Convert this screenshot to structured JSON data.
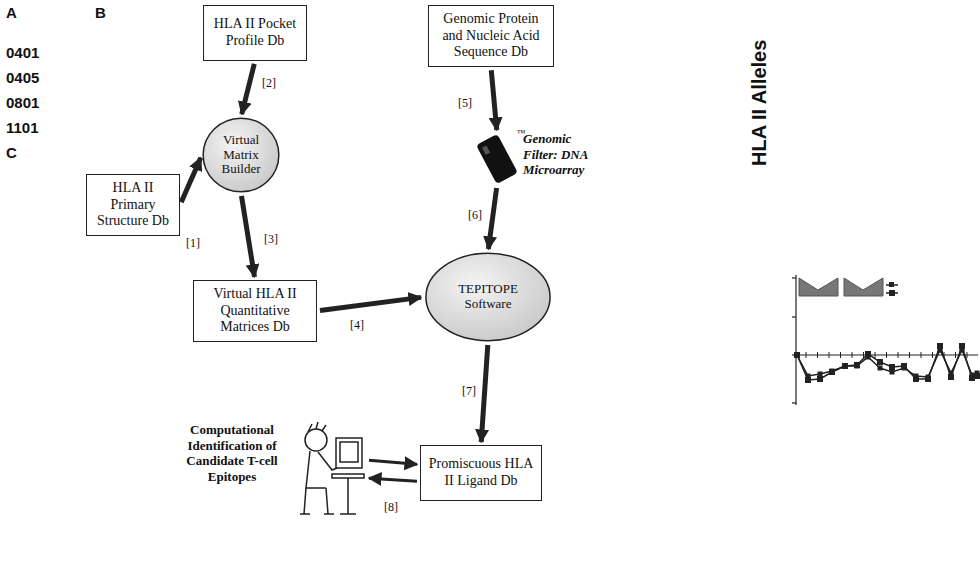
{
  "diagram": {
    "nodes": [
      {
        "text": [
          "HLA II Pocket Profile Db"
        ]
      },
      {
        "text": [
          "Genomic Protein and Nucleic Acid Sequence Db"
        ]
      },
      {
        "text": [
          "HLA II Primary Structure Db"
        ]
      },
      {
        "text": [
          "Virtual Matrix Builder"
        ]
      },
      {
        "text": [
          "Genomic Filter: DNA Microarray"
        ]
      },
      {
        "text": [
          "Virtual HLA II Quantitative Matrices Db"
        ]
      },
      {
        "text": [
          "TEPITOPE Software"
        ]
      },
      {
        "text": [
          "Computational Identification of Candidate T-cell Epitopes"
        ]
      },
      {
        "text": [
          "Promiscuous HLA II Ligand Db"
        ]
      }
    ],
    "edges": [
      {
        "from": 2,
        "to": 3,
        "arrow": "to"
      },
      {
        "from": 0,
        "to": 3,
        "arrow": "to"
      },
      {
        "from": 3,
        "to": 5,
        "arrow": "to"
      },
      {
        "from": 5,
        "to": 6,
        "arrow": "to"
      },
      {
        "from": 1,
        "to": 4,
        "arrow": "to"
      },
      {
        "from": 4,
        "to": 6,
        "arrow": "to"
      },
      {
        "from": 6,
        "to": 8,
        "arrow": "to"
      },
      {
        "from": 7,
        "to": 8,
        "arrow": "to"
      },
      {
        "from": 8,
        "to": 7,
        "arrow": "to"
      }
    ],
    "labels": [
      "A",
      "B",
      "0401",
      "0405",
      "0801",
      "1101",
      "C",
      "[1]",
      "[2]",
      "[3]",
      "[4]",
      "[5]",
      "[6]",
      "[7]",
      "[8]",
      "™",
      "HLA II Alleles"
    ]
  }
}
